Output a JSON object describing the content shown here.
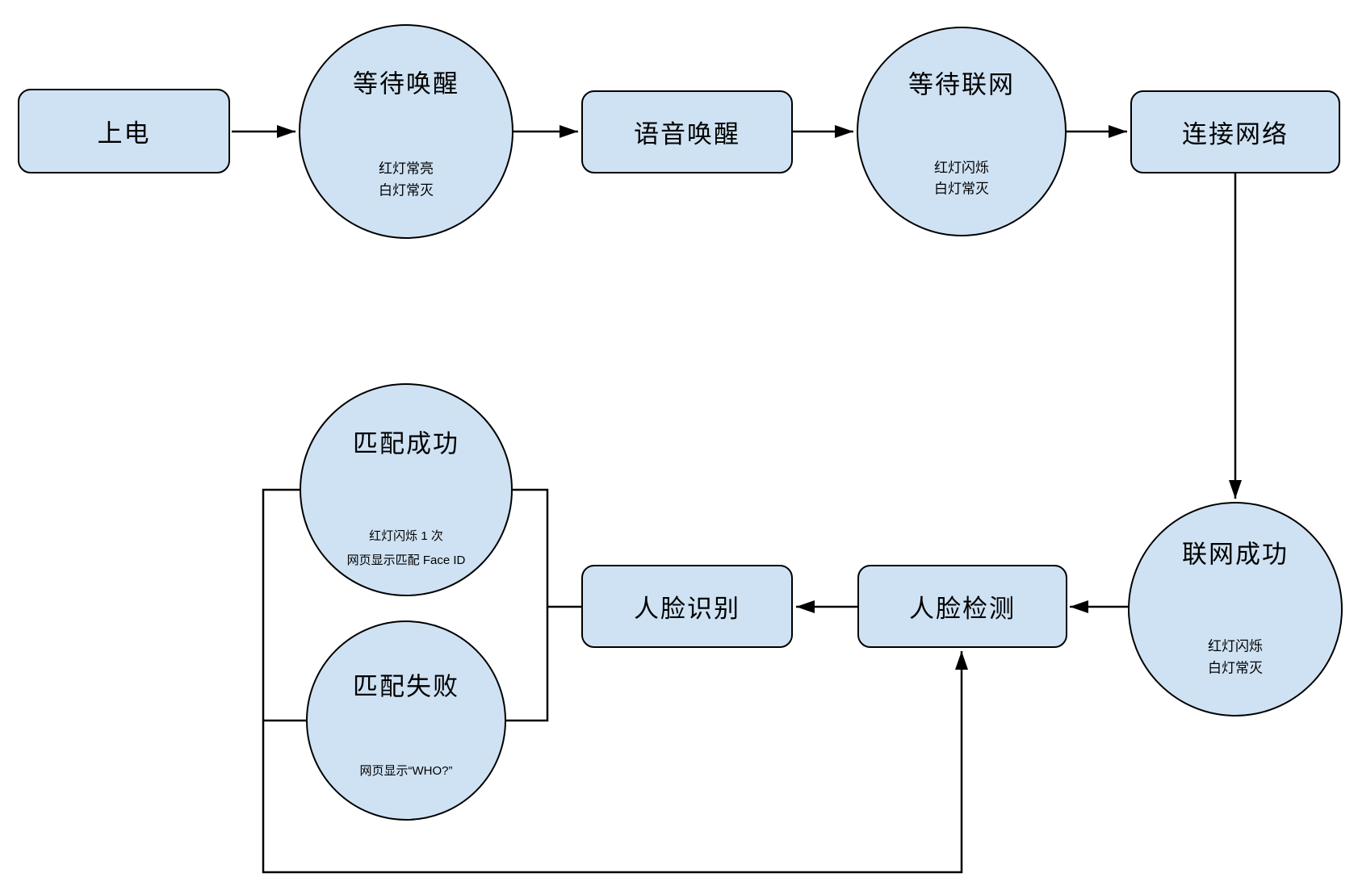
{
  "colors": {
    "node_fill": "#cfe2f3",
    "node_border": "#000000",
    "edge_color": "#000000",
    "background": "#ffffff"
  },
  "diagram": {
    "nodes": {
      "power_on": {
        "shape": "rect",
        "label": "上电"
      },
      "wait_wake": {
        "shape": "ellipse",
        "title": "等待唤醒",
        "subtext": [
          "红灯常亮",
          "白灯常灭"
        ]
      },
      "voice_wake": {
        "shape": "rect",
        "label": "语音唤醒"
      },
      "wait_network": {
        "shape": "ellipse",
        "title": "等待联网",
        "subtext": [
          "红灯闪烁",
          "白灯常灭"
        ]
      },
      "connect_network": {
        "shape": "rect",
        "label": "连接网络"
      },
      "network_success": {
        "shape": "ellipse",
        "title": "联网成功",
        "subtext": [
          "红灯闪烁",
          "白灯常灭"
        ]
      },
      "face_detect": {
        "shape": "rect",
        "label": "人脸检测"
      },
      "face_recognize": {
        "shape": "rect",
        "label": "人脸识别"
      },
      "match_success": {
        "shape": "ellipse",
        "title": "匹配成功",
        "subtext": [
          "红灯闪烁 1 次",
          "网页显示匹配 Face ID"
        ]
      },
      "match_fail": {
        "shape": "ellipse",
        "title": "匹配失败",
        "subtext": [
          "网页显示“WHO?”"
        ]
      }
    },
    "edges": [
      {
        "from": "power_on",
        "to": "wait_wake",
        "type": "arrow"
      },
      {
        "from": "wait_wake",
        "to": "voice_wake",
        "type": "arrow"
      },
      {
        "from": "voice_wake",
        "to": "wait_network",
        "type": "arrow"
      },
      {
        "from": "wait_network",
        "to": "connect_network",
        "type": "arrow"
      },
      {
        "from": "connect_network",
        "to": "network_success",
        "type": "arrow"
      },
      {
        "from": "network_success",
        "to": "face_detect",
        "type": "arrow"
      },
      {
        "from": "face_detect",
        "to": "face_recognize",
        "type": "arrow"
      },
      {
        "from": "face_recognize",
        "to": "match_success",
        "type": "line"
      },
      {
        "from": "face_recognize",
        "to": "match_fail",
        "type": "line"
      },
      {
        "from": "match_success",
        "to": "face_detect",
        "type": "arrow"
      },
      {
        "from": "match_fail",
        "to": "face_detect",
        "type": "arrow"
      }
    ]
  }
}
